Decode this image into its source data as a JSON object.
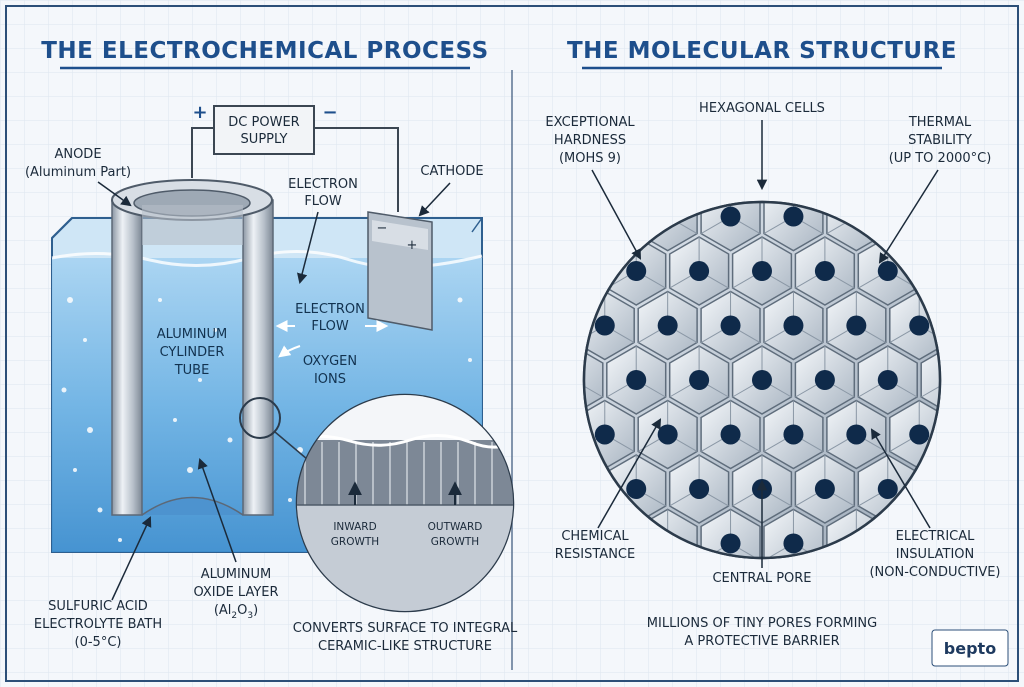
{
  "left_panel": {
    "title": "THE ELECTROCHEMICAL PROCESS",
    "power_supply": {
      "line1": "DC POWER",
      "line2": "SUPPLY",
      "positive": "+",
      "negative": "−"
    },
    "anode": {
      "line1": "ANODE",
      "line2": "(Aluminum Part)"
    },
    "cathode": {
      "line1": "CATHODE",
      "plate_minus": "−",
      "plate_plus": "+"
    },
    "electron_flow_top": {
      "line1": "ELECTRON",
      "line2": "FLOW"
    },
    "electron_flow_inner": {
      "line1": "ELECTRON",
      "line2": "FLOW"
    },
    "oxygen_ions": {
      "line1": "OXYGEN",
      "line2": "IONS"
    },
    "cylinder_label": {
      "line1": "ALUMINUM",
      "line2": "CYLINDER",
      "line3": "TUBE"
    },
    "bath": {
      "line1": "SULFURIC ACID",
      "line2": "ELECTROLYTE BATH",
      "line3": "(0-5°C)"
    },
    "oxide_layer": {
      "line1": "ALUMINUM",
      "line2": "OXIDE LAYER",
      "line3_open": "(Al",
      "sub1": "2",
      "line3_mid": "O",
      "sub2": "3",
      "line3_close": ")"
    },
    "zoom": {
      "inward": {
        "line1": "INWARD",
        "line2": "GROWTH"
      },
      "outward": {
        "line1": "OUTWARD",
        "line2": "GROWTH"
      }
    },
    "caption": {
      "line1": "CONVERTS SURFACE TO INTEGRAL",
      "line2": "CERAMIC-LIKE STRUCTURE"
    }
  },
  "right_panel": {
    "title": "THE MOLECULAR STRUCTURE",
    "hexagonal_cells": "HEXAGONAL CELLS",
    "hardness": {
      "line1": "EXCEPTIONAL",
      "line2": "HARDNESS",
      "line3": "(MOHS 9)"
    },
    "thermal": {
      "line1": "THERMAL",
      "line2": "STABILITY",
      "line3": "(UP TO 2000°C)"
    },
    "chemical": {
      "line1": "CHEMICAL",
      "line2": "RESISTANCE"
    },
    "central_pore": "CENTRAL PORE",
    "electrical": {
      "line1": "ELECTRICAL",
      "line2": "INSULATION",
      "line3": "(NON-CONDUCTIVE)"
    },
    "caption": {
      "line1": "MILLIONS OF TINY PORES FORMING",
      "line2": "A PROTECTIVE BARRIER"
    }
  },
  "logo": {
    "text": "bepto"
  },
  "colors": {
    "title": "#1e4f8c",
    "water": "#6fb3e4",
    "pore": "#0f2a4a",
    "metal": "#c9d1da"
  }
}
